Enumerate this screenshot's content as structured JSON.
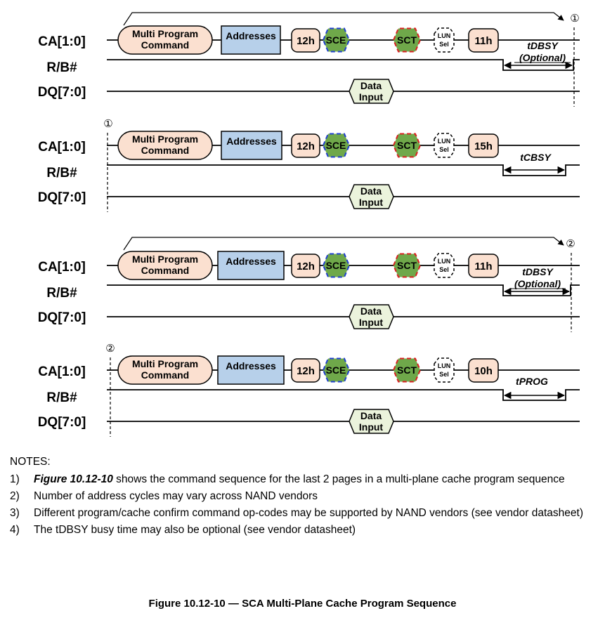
{
  "signals": {
    "ca": "CA[1:0]",
    "rb": "R/B#",
    "dq": "DQ[7:0]"
  },
  "labels": {
    "cmd_line1": "Multi Program",
    "cmd_line2": "Command",
    "addresses": "Addresses",
    "sce": "SCE",
    "sct": "SCT",
    "lun_line1": "LUN",
    "lun_line2": "Sel",
    "data_line1": "Data",
    "data_line2": "Input"
  },
  "rows": [
    {
      "opcode1": "12h",
      "opcode2": "11h",
      "timing": "tDBSY",
      "timing_sub": "(Optional)",
      "end_marker": "①",
      "start_marker": ""
    },
    {
      "opcode1": "12h",
      "opcode2": "15h",
      "timing": "tCBSY",
      "timing_sub": "",
      "end_marker": "",
      "start_marker": "①"
    },
    {
      "opcode1": "12h",
      "opcode2": "11h",
      "timing": "tDBSY",
      "timing_sub": "(Optional)",
      "end_marker": "②",
      "start_marker": ""
    },
    {
      "opcode1": "12h",
      "opcode2": "10h",
      "timing": "tPROG",
      "timing_sub": "",
      "end_marker": "",
      "start_marker": "②"
    }
  ],
  "notes": {
    "header": "NOTES:",
    "items": [
      {
        "num": "1)",
        "ref": "Figure 10.12-10",
        "text": " shows the command sequence for the last 2 pages in a multi-plane cache program sequence"
      },
      {
        "num": "2)",
        "ref": "",
        "text": "Number of address cycles may vary across NAND vendors"
      },
      {
        "num": "3)",
        "ref": "",
        "text": "Different program/cache confirm command op-codes may be supported by NAND vendors (see vendor datasheet)"
      },
      {
        "num": "4)",
        "ref": "",
        "text": "The tDBSY busy time may also be optional (see vendor datasheet)"
      }
    ]
  },
  "caption": "Figure 10.12-10 — SCA Multi-Plane Cache Program Sequence",
  "colors": {
    "command_fill": "#fbe0d0",
    "addresses_fill": "#b7d0ea",
    "sce_fill": "#6fa84a",
    "sce_border": "#1f3fcf",
    "sct_border": "#d92020",
    "data_fill": "#ebf3dc"
  }
}
